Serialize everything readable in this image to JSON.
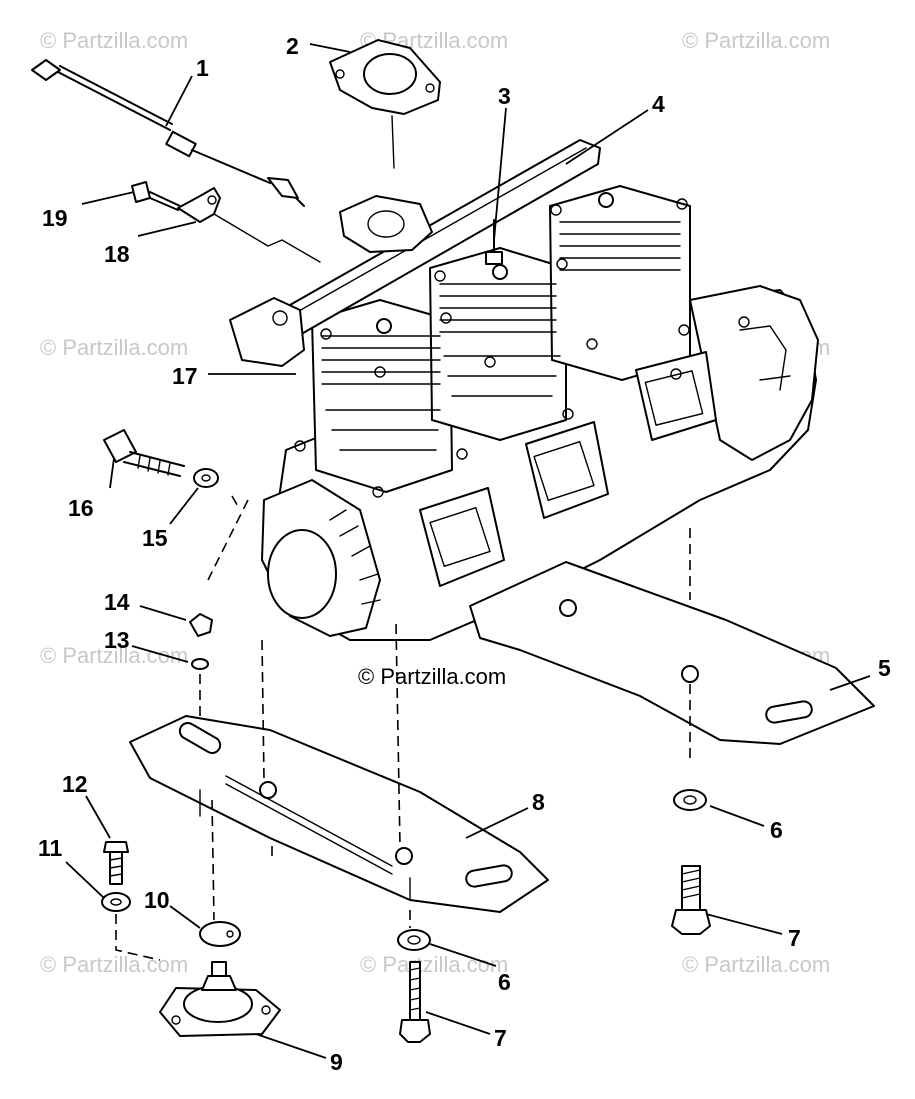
{
  "watermark": "© Partzilla.com",
  "watermark_center": "© Partzilla.com",
  "callouts": {
    "c1": "1",
    "c2": "2",
    "c3": "3",
    "c4": "4",
    "c5": "5",
    "c6a": "6",
    "c6b": "6",
    "c7a": "7",
    "c7b": "7",
    "c8": "8",
    "c9": "9",
    "c10": "10",
    "c11": "11",
    "c12": "12",
    "c13": "13",
    "c14": "14",
    "c15": "15",
    "c16": "16",
    "c17": "17",
    "c18": "18",
    "c19": "19"
  },
  "colors": {
    "ink": "#000000",
    "watermark": "#c8c8c8",
    "background": "#ffffff"
  }
}
